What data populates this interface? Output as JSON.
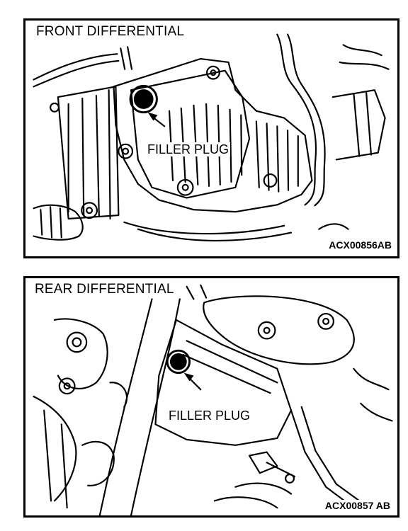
{
  "figures": [
    {
      "title": "FRONT DIFFERENTIAL",
      "callout": "FILLER PLUG",
      "code": "ACX00856AB"
    },
    {
      "title": "REAR DIFFERENTIAL",
      "callout": "FILLER PLUG",
      "code": "ACX00857 AB"
    }
  ]
}
